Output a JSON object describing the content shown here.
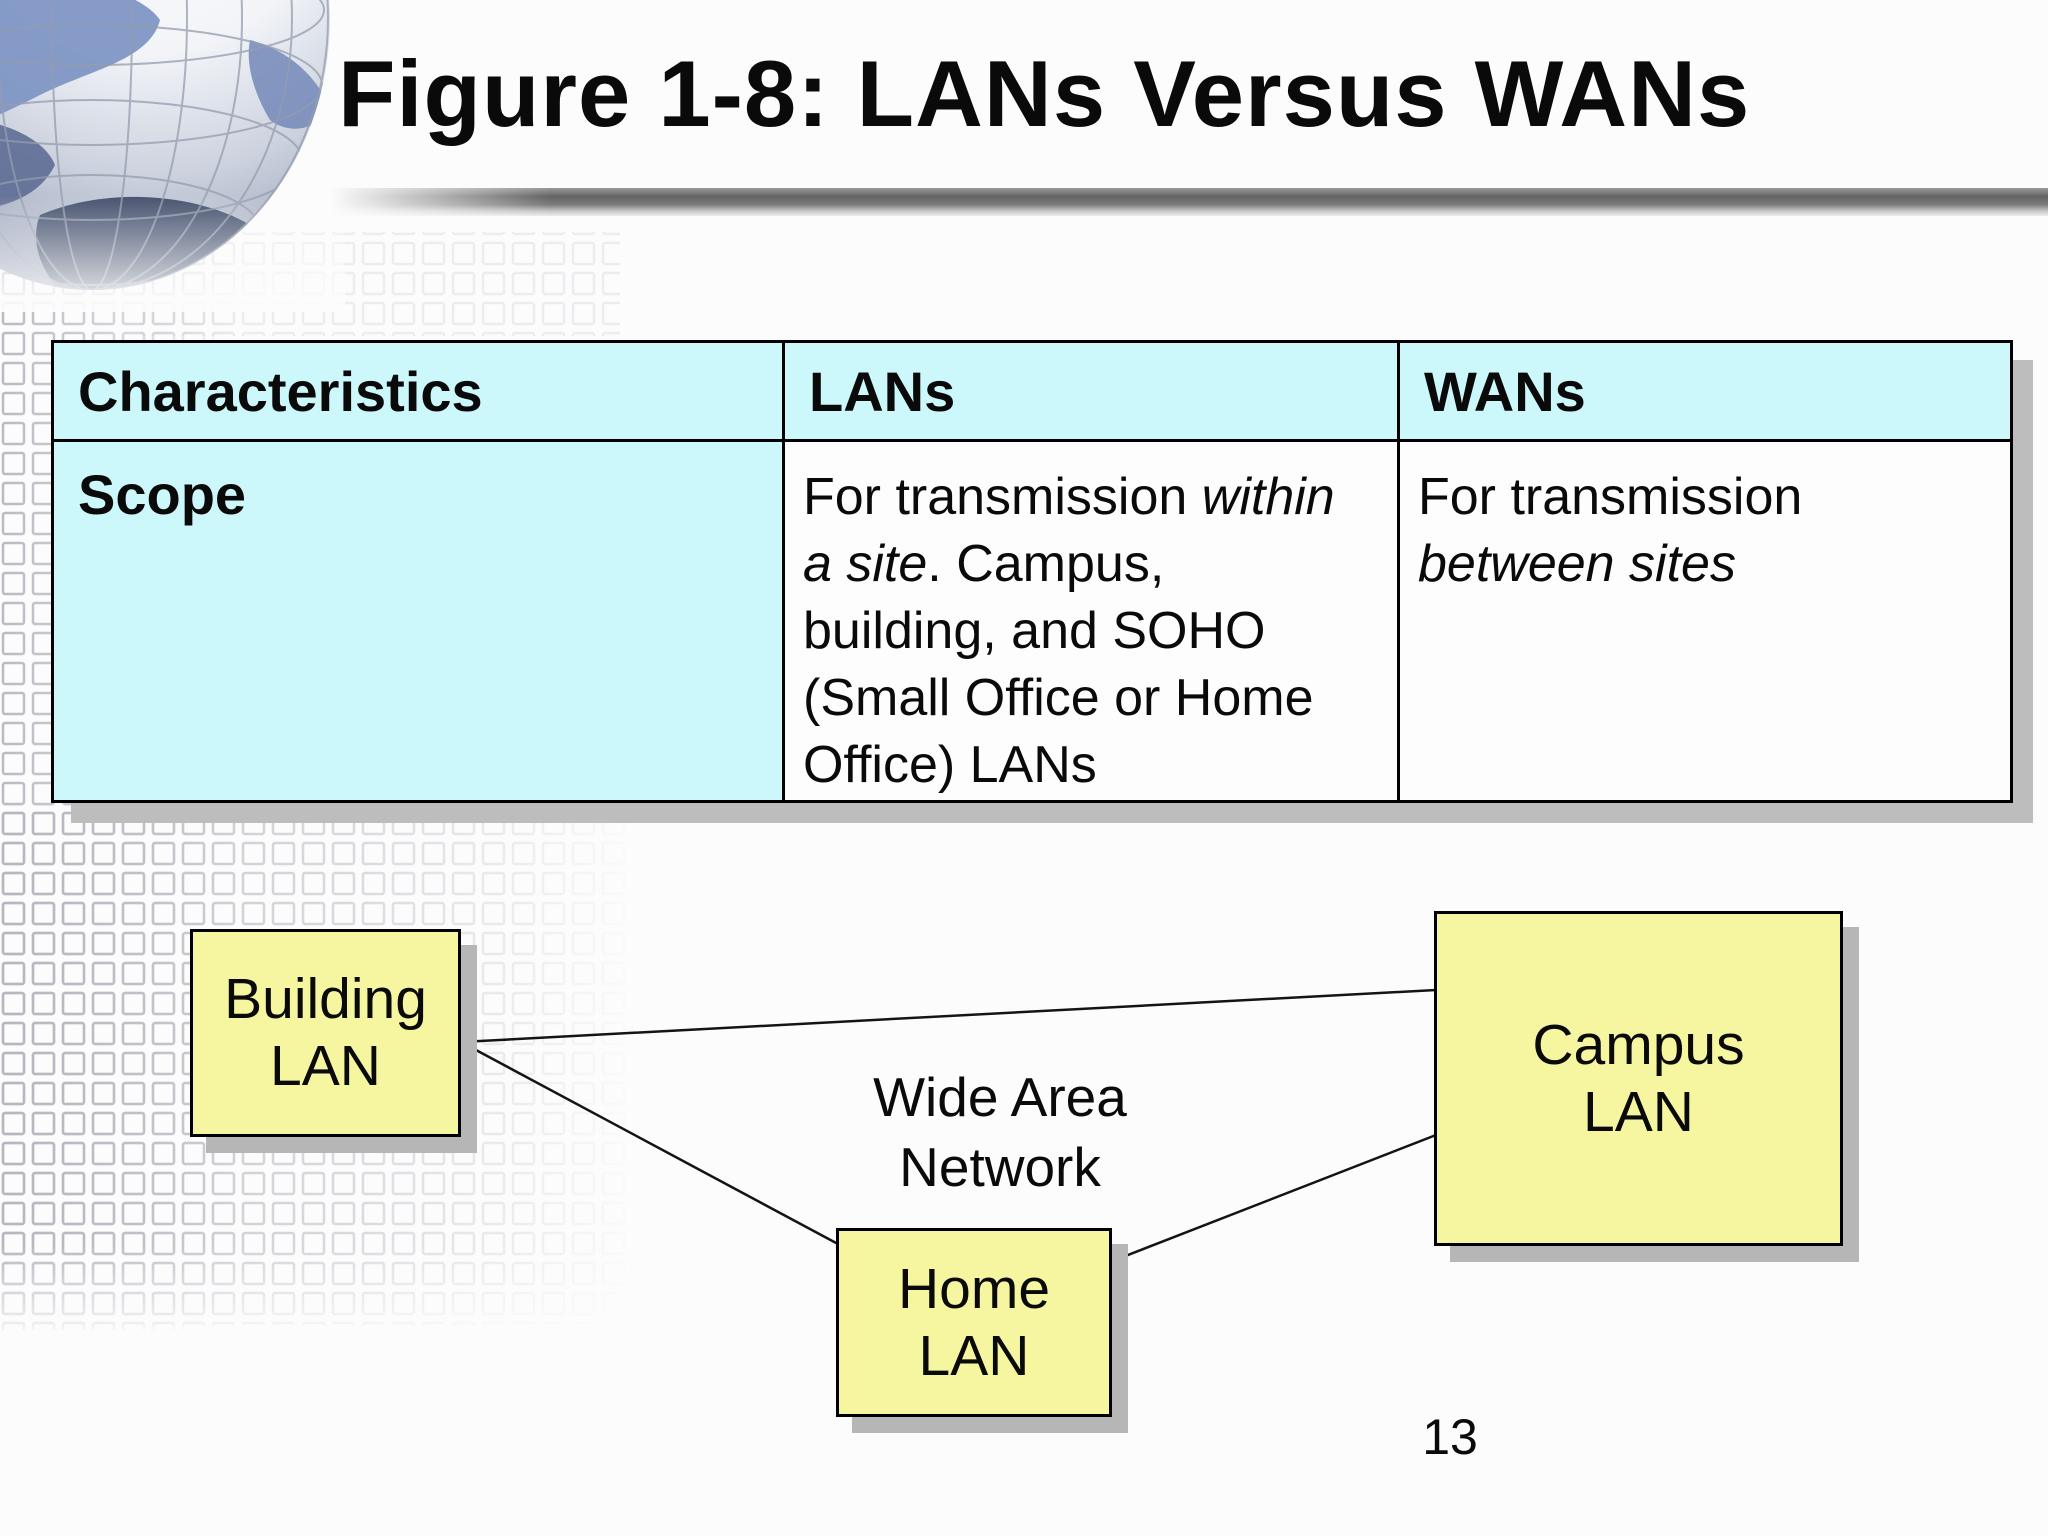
{
  "slide": {
    "title": "Figure 1-8: LANs Versus WANs",
    "page_number": "13",
    "colors": {
      "table_header_fill": "#ccf8fc",
      "node_fill": "#f6f6a0",
      "shadow_gray": "#bdbdbd",
      "rule_gray": "#6a6a6a",
      "text": "#0a0a0a"
    }
  },
  "table": {
    "headers": [
      "Characteristics",
      "LANs",
      "WANs"
    ],
    "rows": [
      {
        "characteristic": "Scope",
        "lans_runs": [
          {
            "text": "For transmission ",
            "italic": false
          },
          {
            "text": "within",
            "italic": true
          },
          {
            "br": true
          },
          {
            "text": "a site",
            "italic": true
          },
          {
            "text": ". Campus,",
            "italic": false
          },
          {
            "br": true
          },
          {
            "text": "building, and SOHO",
            "italic": false
          },
          {
            "br": true
          },
          {
            "text": "(Small Office or Home",
            "italic": false
          },
          {
            "br": true
          },
          {
            "text": "Office) LANs",
            "italic": false
          }
        ],
        "wans_runs": [
          {
            "text": "For transmission",
            "italic": false
          },
          {
            "br": true
          },
          {
            "text": "between sites",
            "italic": true
          }
        ]
      }
    ]
  },
  "diagram": {
    "wan_label_lines": [
      "Wide Area",
      "Network"
    ],
    "nodes": [
      {
        "id": "building-lan",
        "lines": [
          "Building",
          "LAN"
        ]
      },
      {
        "id": "campus-lan",
        "lines": [
          "Campus",
          "LAN"
        ]
      },
      {
        "id": "home-lan",
        "lines": [
          "Home",
          "LAN"
        ]
      }
    ],
    "edges": [
      {
        "from": "building-lan",
        "to": "campus-lan"
      },
      {
        "from": "building-lan",
        "to": "home-lan"
      },
      {
        "from": "home-lan",
        "to": "campus-lan"
      }
    ]
  }
}
